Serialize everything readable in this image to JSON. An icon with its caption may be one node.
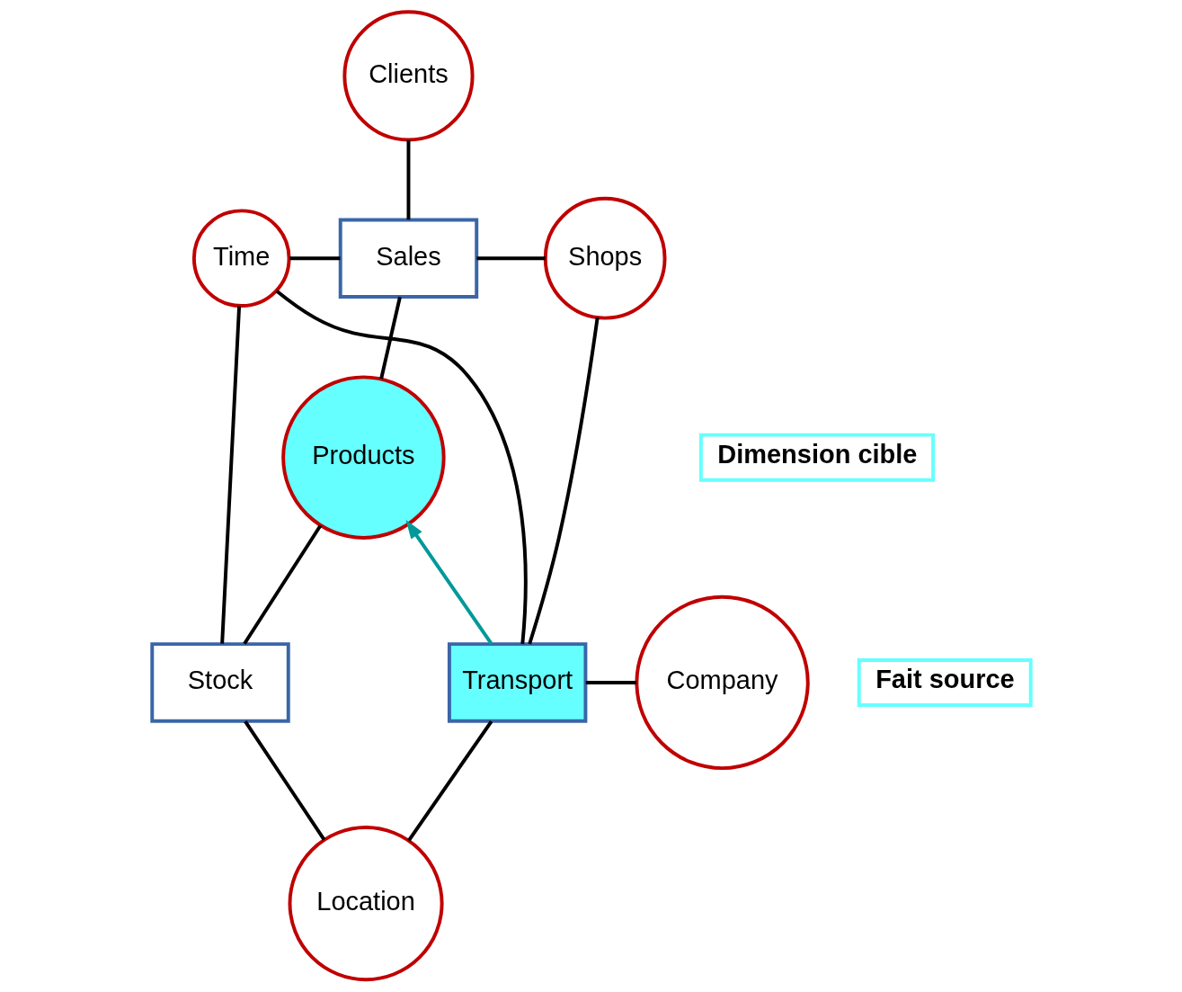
{
  "diagram": {
    "nodes": [
      {
        "text": [
          "Clients"
        ]
      },
      {
        "text": [
          "Time"
        ]
      },
      {
        "text": [
          "Sales"
        ]
      },
      {
        "text": [
          "Shops"
        ]
      },
      {
        "text": [
          "Products"
        ]
      },
      {
        "text": [
          "Dimension cible"
        ]
      },
      {
        "text": [
          "Fait source"
        ]
      },
      {
        "text": [
          "Stock"
        ]
      },
      {
        "text": [
          "Transport"
        ]
      },
      {
        "text": [
          "Company"
        ]
      },
      {
        "text": [
          "Location"
        ]
      }
    ],
    "edges": [
      {
        "from": 0,
        "to": 2,
        "arrow": "none"
      },
      {
        "from": 1,
        "to": 2,
        "arrow": "none"
      },
      {
        "from": 2,
        "to": 3,
        "arrow": "none"
      },
      {
        "from": 2,
        "to": 4,
        "arrow": "none"
      },
      {
        "from": 1,
        "to": 7,
        "arrow": "none"
      },
      {
        "from": 1,
        "to": 8,
        "arrow": "none"
      },
      {
        "from": 3,
        "to": 8,
        "arrow": "none"
      },
      {
        "from": 4,
        "to": 7,
        "arrow": "none"
      },
      {
        "from": 8,
        "to": 4,
        "arrow": "to",
        "color": "#009999"
      },
      {
        "from": 8,
        "to": 9,
        "arrow": "none"
      },
      {
        "from": 7,
        "to": 10,
        "arrow": "none"
      },
      {
        "from": 10,
        "to": 8,
        "arrow": "none"
      }
    ]
  }
}
